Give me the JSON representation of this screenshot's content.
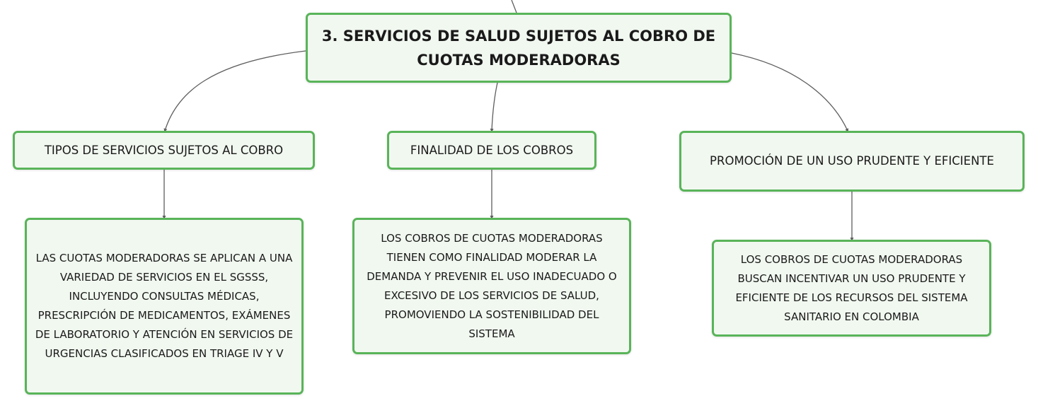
{
  "diagram": {
    "root": {
      "label": "3. SERVICIOS DE SALUD SUJETOS AL COBRO DE CUOTAS MODERADORAS"
    },
    "branches": [
      {
        "label": "TIPOS DE SERVICIOS SUJETOS AL COBRO",
        "detail": "LAS CUOTAS MODERADORAS SE APLICAN A UNA VARIEDAD DE SERVICIOS EN EL SGSSS, INCLUYENDO CONSULTAS MÉDICAS, PRESCRIPCIÓN DE MEDICAMENTOS, EXÁMENES DE LABORATORIO Y ATENCIÓN EN SERVICIOS DE URGENCIAS CLASIFICADOS EN TRIAGE IV Y V"
      },
      {
        "label": "FINALIDAD DE LOS COBROS",
        "detail": "LOS COBROS DE CUOTAS MODERADORAS TIENEN COMO FINALIDAD MODERAR LA DEMANDA Y PREVENIR EL USO INADECUADO O EXCESIVO DE LOS SERVICIOS DE SALUD, PROMOVIENDO LA SOSTENIBILIDAD DEL SISTEMA"
      },
      {
        "label": "PROMOCIÓN DE UN USO PRUDENTE Y EFICIENTE",
        "detail": "LOS COBROS DE CUOTAS MODERADORAS BUSCAN INCENTIVAR UN USO PRUDENTE Y EFICIENTE DE LOS RECURSOS DEL SISTEMA SANITARIO EN COLOMBIA"
      }
    ]
  },
  "colors": {
    "node_border": "#59b459",
    "node_fill": "#f1f8f0",
    "connector": "#5e5e5e"
  }
}
